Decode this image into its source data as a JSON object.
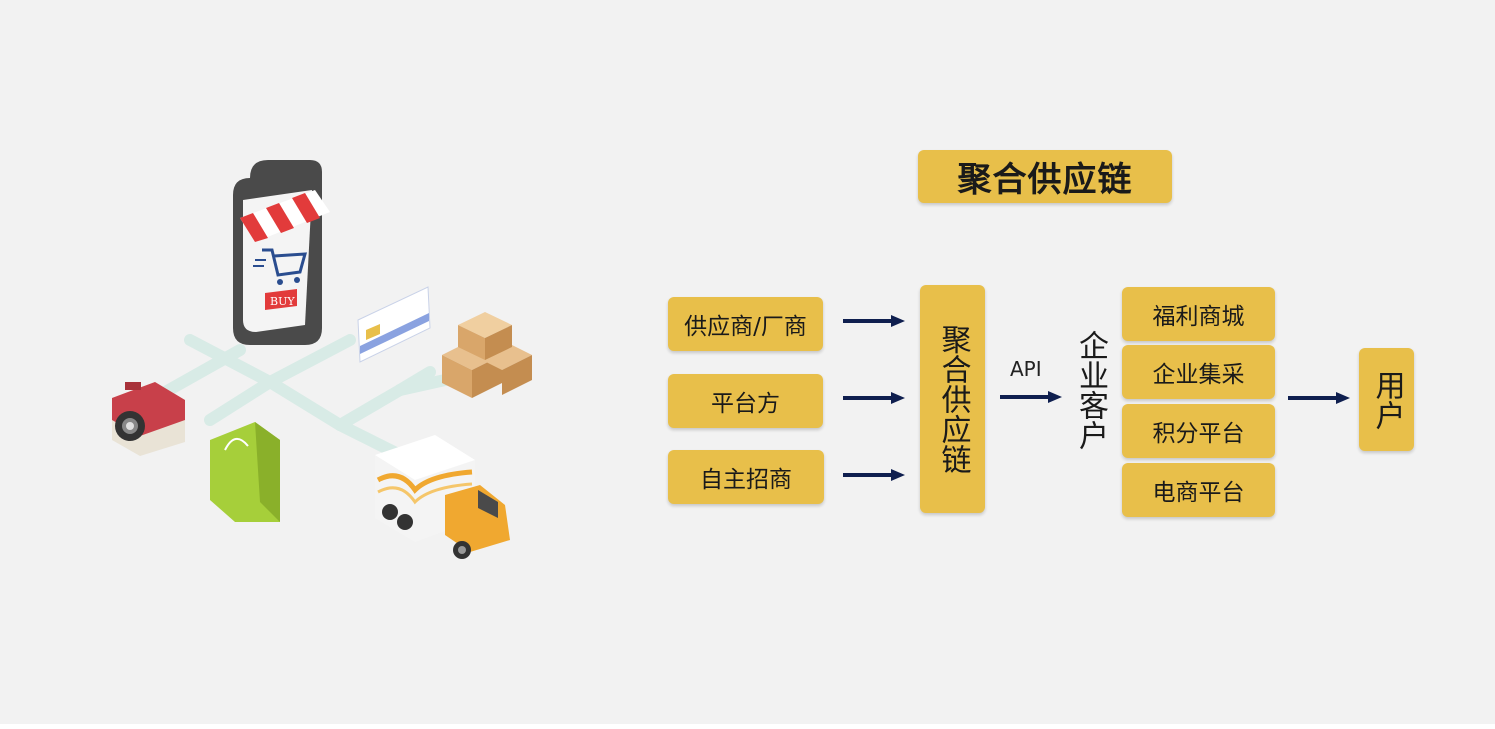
{
  "diagram": {
    "title": "聚合供应链",
    "sources": [
      "供应商/厂商",
      "平台方",
      "自主招商"
    ],
    "hub": "聚合供应链",
    "api_label": "API",
    "enterprise": "企业客户",
    "channels": [
      "福利商城",
      "企业集采",
      "积分平台",
      "电商平台"
    ],
    "end_user": "用户",
    "colors": {
      "box": "#e8bf4a",
      "arrow": "#0f1f4f",
      "background": "#f2f2f2"
    }
  },
  "illustration": {
    "buy_label": "BUY"
  }
}
